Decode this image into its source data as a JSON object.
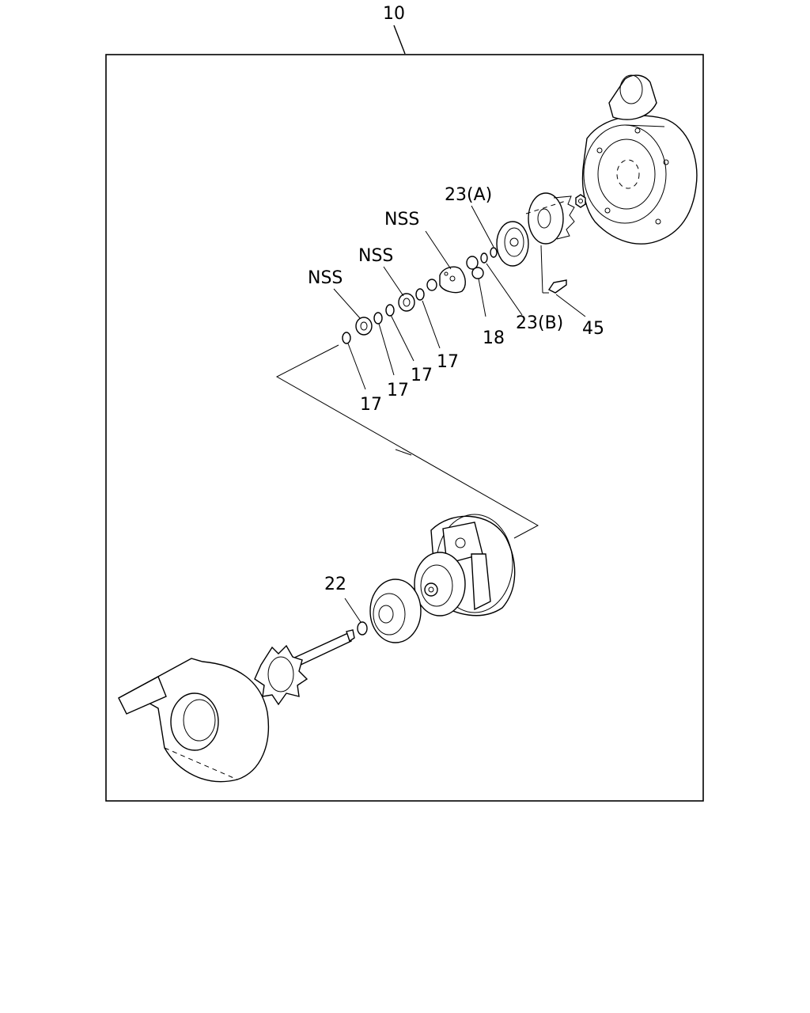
{
  "diagram": {
    "assembly_label": "10",
    "labels": {
      "nss_1": "NSS",
      "nss_2": "NSS",
      "nss_3": "NSS",
      "p23a": "23(A)",
      "p23b": "23(B)",
      "p45": "45",
      "p18": "18",
      "p17_a": "17",
      "p17_b": "17",
      "p17_c": "17",
      "p17_d": "17",
      "p22": "22"
    }
  }
}
